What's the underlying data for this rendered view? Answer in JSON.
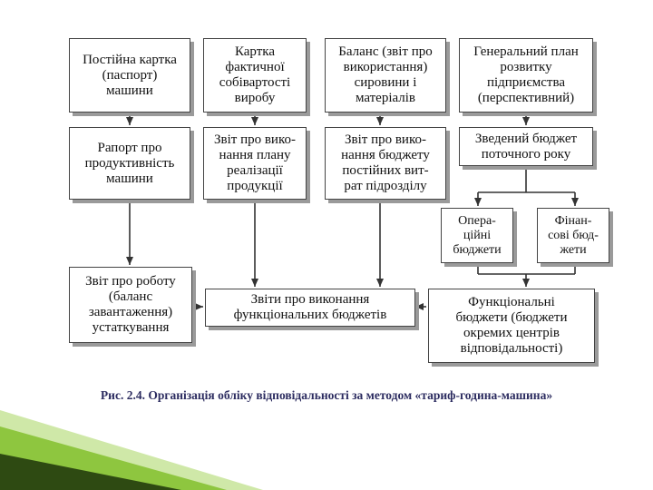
{
  "diagram": {
    "boxes": {
      "passport_card": "Постійна картка\n(паспорт)\nмашини",
      "cost_card": "Картка\nфактичної\nсобівартості\nвиробу",
      "balance_report": "Баланс (звіт про\nвикористання)\nсировини і\nматеріалів",
      "general_plan": "Генеральний план\nрозвитку\nпідприємства\n(перспективний)",
      "productivity_report": "Рапорт про\nпродуктивність\nмашини",
      "sales_plan_report": "Звіт про вико-\nнання плану\nреалізації\nпродукції",
      "fixed_costs_report": "Звіт про вико-\nнання бюджету\nпостійних вит-\nрат підрозділу",
      "master_budget": "Зведений бюджет\nпоточного року",
      "operating_budgets": "Опера-\nційні\nбюджети",
      "financial_budgets": "Фінан-\nсові бюд-\nжети",
      "work_report": "Звіт про роботу\n(баланс\nзавантаження)\nустаткування",
      "functional_execution_reports": "Звіти про виконання\nфункціональних бюджетів",
      "functional_budgets": "Функціональні\nбюджети (бюджети\nокремих центрів\nвідповідальності)"
    },
    "caption": "Рис. 2.4. Організація обліку відповідальності за методом «тариф-година-машина»"
  },
  "colors": {
    "line": "#333333",
    "box_border": "#444444",
    "shadow": "#9a9a9a",
    "caption": "#2c2c60",
    "accent_green": "#8ec63f",
    "accent_dark": "#2e4a12"
  }
}
